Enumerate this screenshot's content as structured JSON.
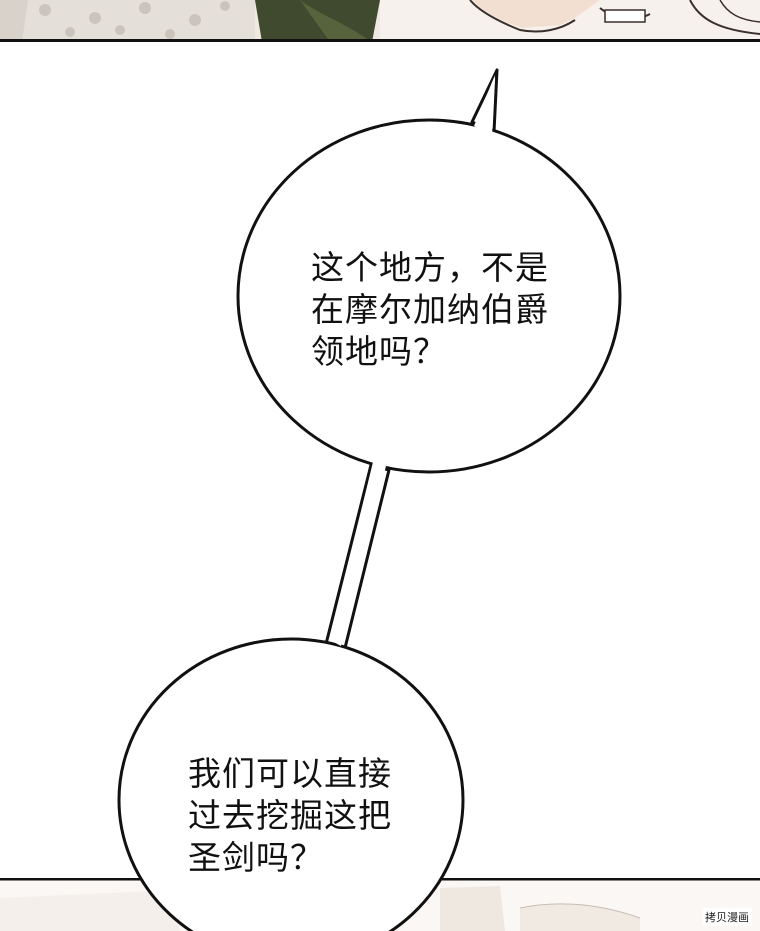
{
  "bubble_1": {
    "text": "这个地方，不是\n在摩尔加纳伯爵\n领地吗？"
  },
  "bubble_2": {
    "text": "我们可以直接\n过去挖掘这把\n圣剑吗？"
  },
  "watermark": {
    "text": "拷贝漫画"
  },
  "colors": {
    "background": "#ffffff",
    "outline": "#111111",
    "foliage": "#3f4a2e",
    "pattern": "#e8e4df",
    "skin": "#f3dfd2"
  }
}
